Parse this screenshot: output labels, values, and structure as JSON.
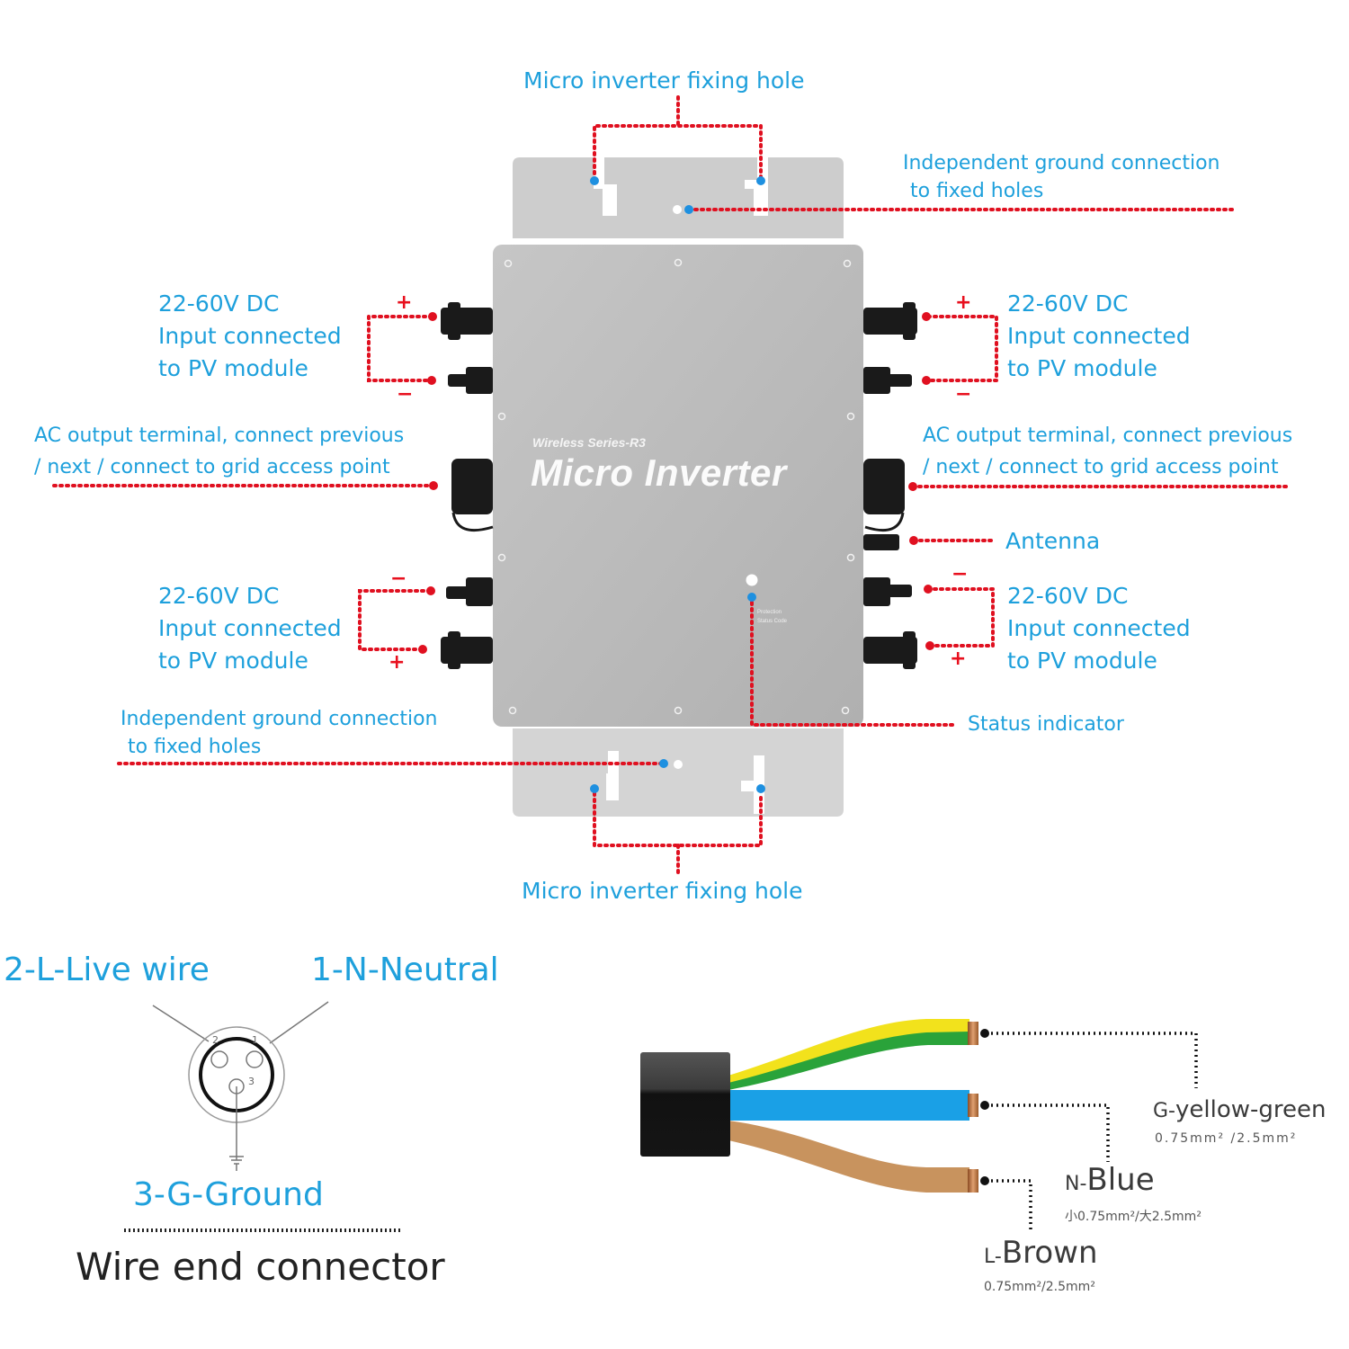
{
  "inverter": {
    "series": "Wireless Series-R3",
    "title": "Micro Inverter",
    "status_small_text": [
      "Protection",
      "Status Code"
    ],
    "colors": {
      "body": "#b9b9b9",
      "bracket": "#cdcdcd",
      "leader_line": "#e01020",
      "point_dot": "#1e90e0",
      "label_text": "#1ea0dc"
    }
  },
  "callouts": {
    "fixing_hole_top": "Micro inverter fixing hole",
    "ground_top": [
      "Independent ground connection",
      "to fixed holes"
    ],
    "dc_top_left": [
      "22-60V DC",
      "Input connected",
      "to PV module"
    ],
    "dc_top_right": [
      "22-60V DC",
      "Input connected",
      "to PV module"
    ],
    "ac_left": [
      "AC output terminal, connect previous",
      "/ next / connect to grid access point"
    ],
    "ac_right": [
      "AC output terminal, connect previous",
      "/ next / connect to grid access point"
    ],
    "antenna": "Antenna",
    "dc_bottom_left": [
      "22-60V DC",
      "Input connected",
      "to PV module"
    ],
    "dc_bottom_right": [
      "22-60V DC",
      "Input connected",
      "to PV module"
    ],
    "ground_bottom": [
      "Independent ground connection",
      "to fixed holes"
    ],
    "status": "Status indicator",
    "fixing_hole_bottom": "Micro inverter fixing hole",
    "polarity": {
      "plus": "+",
      "minus": "−"
    }
  },
  "connector_pinout": {
    "pin2": "2-L-Live wire",
    "pin1": "1-N-Neutral",
    "pin3": "3-G-Ground",
    "pin_numbers": [
      "2",
      "1",
      "3"
    ],
    "caption": "Wire end connector"
  },
  "cable": {
    "wires": [
      {
        "name": "G-yellow-green",
        "prefix": "G-",
        "color_name": "yellow-green",
        "spec": "0.75mm² /2.5mm²",
        "colors": [
          "#f2e21c",
          "#2aa33a"
        ]
      },
      {
        "name": "N-Blue",
        "prefix": "N-",
        "color_name": "Blue",
        "spec": "小0.75mm²/大2.5mm²",
        "colors": [
          "#1aa0e6"
        ]
      },
      {
        "name": "L-Brown",
        "prefix": "L-",
        "color_name": "Brown",
        "spec": "0.75mm²/2.5mm²",
        "colors": [
          "#c8935e"
        ]
      }
    ]
  }
}
